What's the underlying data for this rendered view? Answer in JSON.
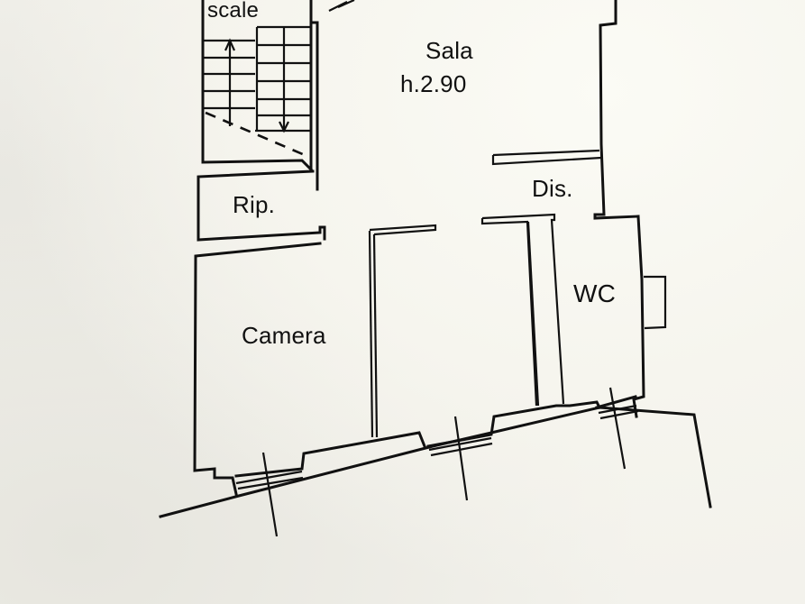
{
  "floor_plan": {
    "rooms": [
      {
        "id": "stairs",
        "label": "scale"
      },
      {
        "id": "living",
        "label": "Sala",
        "sublabel": "h.2.90"
      },
      {
        "id": "hallway",
        "label": "Dis."
      },
      {
        "id": "storage",
        "label": "Rip."
      },
      {
        "id": "bedroom",
        "label": "Camera"
      },
      {
        "id": "bathroom",
        "label": "WC"
      }
    ],
    "colors": {
      "background": "#f3f2ec",
      "lines": "#111111"
    }
  }
}
